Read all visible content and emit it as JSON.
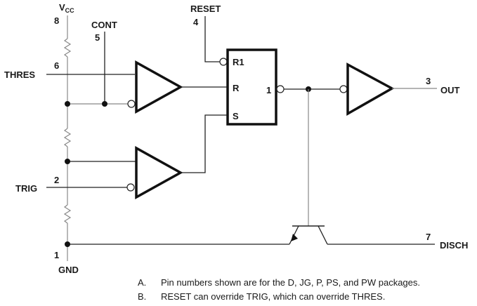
{
  "diagram": {
    "title": "Timer functional block diagram",
    "pins": {
      "vcc": {
        "name": "V",
        "subscript": "CC",
        "number": "8"
      },
      "cont": {
        "name": "CONT",
        "number": "5"
      },
      "thres": {
        "name": "THRES",
        "number": "6"
      },
      "trig": {
        "name": "TRIG",
        "number": "2"
      },
      "gnd": {
        "name": "GND",
        "number": "1"
      },
      "reset": {
        "name": "RESET",
        "number": "4"
      },
      "out": {
        "name": "OUT",
        "number": "3"
      },
      "disch": {
        "name": "DISCH",
        "number": "7"
      }
    },
    "flipflop": {
      "inputs": [
        "R1",
        "R",
        "S"
      ],
      "output": "1"
    },
    "notes": [
      {
        "marker": "A.",
        "text": "Pin numbers shown are for the D, JG, P, PS, and PW packages."
      },
      {
        "marker": "B.",
        "text": "RESET can override TRIG, which can override THRES."
      }
    ]
  }
}
